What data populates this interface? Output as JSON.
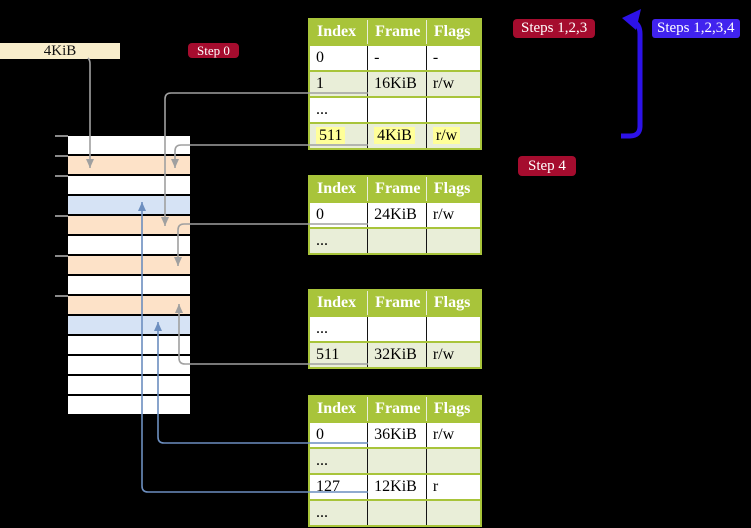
{
  "labels": {
    "frame_size_label": "4KiB",
    "step0": "Step 0",
    "step4": "Step 4",
    "steps123": "Steps 1,2,3",
    "steps1234": "Steps 1,2,3,4"
  },
  "tables": [
    {
      "id": "table-1",
      "columns": [
        "Index",
        "Frame",
        "Flags"
      ],
      "rows": [
        {
          "cells": [
            "0",
            "-",
            "-"
          ],
          "shaded": false,
          "highlight": false
        },
        {
          "cells": [
            "1",
            "16KiB",
            "r/w"
          ],
          "shaded": true,
          "highlight": false
        },
        {
          "cells": [
            "...",
            "",
            ""
          ],
          "shaded": false,
          "highlight": false
        },
        {
          "cells": [
            "511",
            "4KiB",
            "r/w"
          ],
          "shaded": true,
          "highlight": true
        }
      ]
    },
    {
      "id": "table-2",
      "columns": [
        "Index",
        "Frame",
        "Flags"
      ],
      "rows": [
        {
          "cells": [
            "0",
            "24KiB",
            "r/w"
          ],
          "shaded": false,
          "highlight": false
        },
        {
          "cells": [
            "...",
            "",
            ""
          ],
          "shaded": true,
          "highlight": false
        }
      ]
    },
    {
      "id": "table-3",
      "columns": [
        "Index",
        "Frame",
        "Flags"
      ],
      "rows": [
        {
          "cells": [
            "...",
            "",
            ""
          ],
          "shaded": false,
          "highlight": false
        },
        {
          "cells": [
            "511",
            "32KiB",
            "r/w"
          ],
          "shaded": true,
          "highlight": false
        }
      ]
    },
    {
      "id": "table-4",
      "columns": [
        "Index",
        "Frame",
        "Flags"
      ],
      "rows": [
        {
          "cells": [
            "0",
            "36KiB",
            "r/w"
          ],
          "shaded": false,
          "highlight": false
        },
        {
          "cells": [
            "...",
            "",
            ""
          ],
          "shaded": true,
          "highlight": false
        },
        {
          "cells": [
            "127",
            "12KiB",
            "r"
          ],
          "shaded": false,
          "highlight": false
        },
        {
          "cells": [
            "...",
            "",
            ""
          ],
          "shaded": true,
          "highlight": false
        }
      ]
    }
  ],
  "memory_strip": {
    "rows": [
      {
        "kind": "free",
        "tick": true
      },
      {
        "kind": "page_table",
        "tick": true
      },
      {
        "kind": "free",
        "tick": true
      },
      {
        "kind": "mapped_page",
        "tick": false
      },
      {
        "kind": "page_table",
        "tick": true
      },
      {
        "kind": "free",
        "tick": false
      },
      {
        "kind": "page_table",
        "tick": true
      },
      {
        "kind": "free",
        "tick": false
      },
      {
        "kind": "page_table",
        "tick": true
      },
      {
        "kind": "mapped_page",
        "tick": false
      },
      {
        "kind": "free",
        "tick": false
      },
      {
        "kind": "free",
        "tick": false
      },
      {
        "kind": "free",
        "tick": false
      },
      {
        "kind": "free",
        "tick": false
      }
    ]
  },
  "connections": [
    {
      "from": "frame-address-label",
      "to": "memory-row-2",
      "style": "gray-arrow"
    },
    {
      "from": "table-1-row-1",
      "to": "memory-row-5",
      "style": "gray-arrow"
    },
    {
      "from": "table-1-row-511",
      "to": "memory-row-2",
      "style": "gray-arrow"
    },
    {
      "from": "table-2-row-0",
      "to": "memory-row-7",
      "style": "gray-arrow"
    },
    {
      "from": "table-3-row-511",
      "to": "memory-row-9",
      "style": "gray-arrow"
    },
    {
      "from": "table-4-row-0",
      "to": "memory-row-10",
      "style": "blue-arrow"
    },
    {
      "from": "table-4-row-127",
      "to": "memory-row-4",
      "style": "blue-arrow"
    },
    {
      "from": "table-1-entry-511-loop",
      "to": "steps-123-badge",
      "style": "thick-blue-arrow"
    }
  ],
  "colors": {
    "background": "#000000",
    "table_header_bg": "#A8C43A",
    "table_row_alt_bg": "#E9EED8",
    "highlight_bg": "#FFFF99",
    "page_table_frame_row": "#FDE2C8",
    "mapped_page_row": "#D6E3F5",
    "free_row": "#FFFFFF",
    "badge_red": "#A50C2E",
    "badge_blue": "#4123EE",
    "recursion_arrow": "#2D12E8",
    "connector_gray": "#A0A0A0",
    "connector_blue": "#6C8EBF",
    "address_label_bg": "#F8EDCB"
  }
}
